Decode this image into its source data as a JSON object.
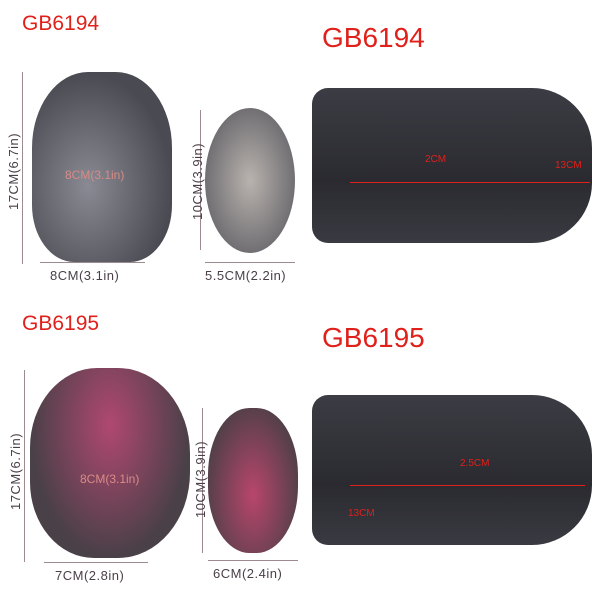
{
  "products": [
    {
      "code": "GB6194",
      "code_header": "GB6194",
      "front_view": {
        "height": "17CM(6.7in)",
        "width": "8CM(3.1in)",
        "mid_width": "8CM(3.1in)"
      },
      "end_view": {
        "height": "10CM(3.9in)",
        "width": "5.5CM(2.2in)"
      },
      "cross_section": {
        "depth": "13CM",
        "diameter": "2CM"
      }
    },
    {
      "code": "GB6195",
      "code_header": "GB6195",
      "front_view": {
        "height": "17CM(6.7in)",
        "width": "7CM(2.8in)",
        "mid_width": "8CM(3.1in)"
      },
      "end_view": {
        "height": "10CM(3.9in)",
        "width": "6CM(2.4in)"
      },
      "cross_section": {
        "depth": "13CM",
        "diameter": "2.5CM"
      }
    }
  ],
  "colors": {
    "code_text": "#e0201a",
    "dim_text": "#4a3f48"
  }
}
